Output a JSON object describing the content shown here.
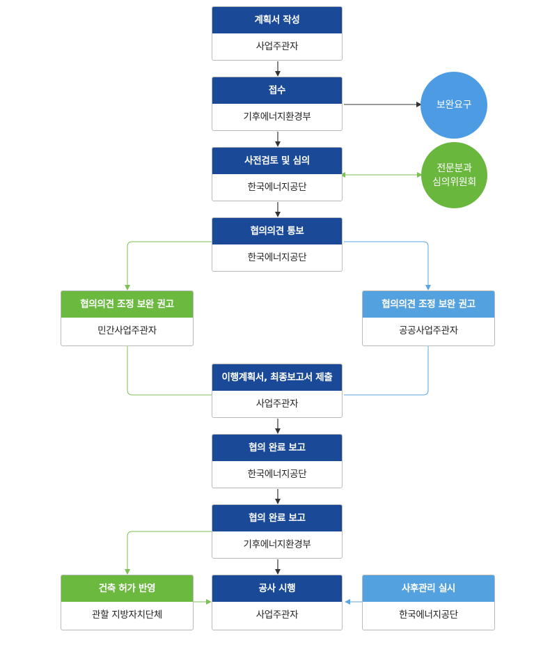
{
  "steps": [
    {
      "title": "계획서 작성",
      "actor": "사업주관자"
    },
    {
      "title": "접수",
      "actor": "기후에너지환경부"
    },
    {
      "title": "사전검토 및 심의",
      "actor": "한국에너지공단"
    },
    {
      "title": "협의의견 통보",
      "actor": "한국에너지공단"
    },
    {
      "title": "협의의견 조정 보완 권고",
      "actor": "민간사업주관자"
    },
    {
      "title": "협의의견 조정 보완 권고",
      "actor": "공공사업주관자"
    },
    {
      "title": "이행계획서, 최종보고서 제출",
      "actor": "사업주관자"
    },
    {
      "title": "협의 완료 보고",
      "actor": "한국에너지공단"
    },
    {
      "title": "협의 완료 보고",
      "actor": "기후에너지환경부"
    },
    {
      "title": "건축 허가 반영",
      "actor": "관할 지방자치단체"
    },
    {
      "title": "공사 시행",
      "actor": "사업주관자"
    },
    {
      "title": "사후관리 실시",
      "actor": "한국에너지공단"
    }
  ],
  "side_nodes": {
    "supplement": "보완요구",
    "committee": "전문분과\n심의위원회"
  },
  "colors": {
    "navy": "#1a4a97",
    "green": "#6cb93f",
    "sky": "#54a1e0",
    "arrow_dark": "#333333",
    "arrow_green": "#7cc152",
    "arrow_blue": "#5aa5e3"
  }
}
